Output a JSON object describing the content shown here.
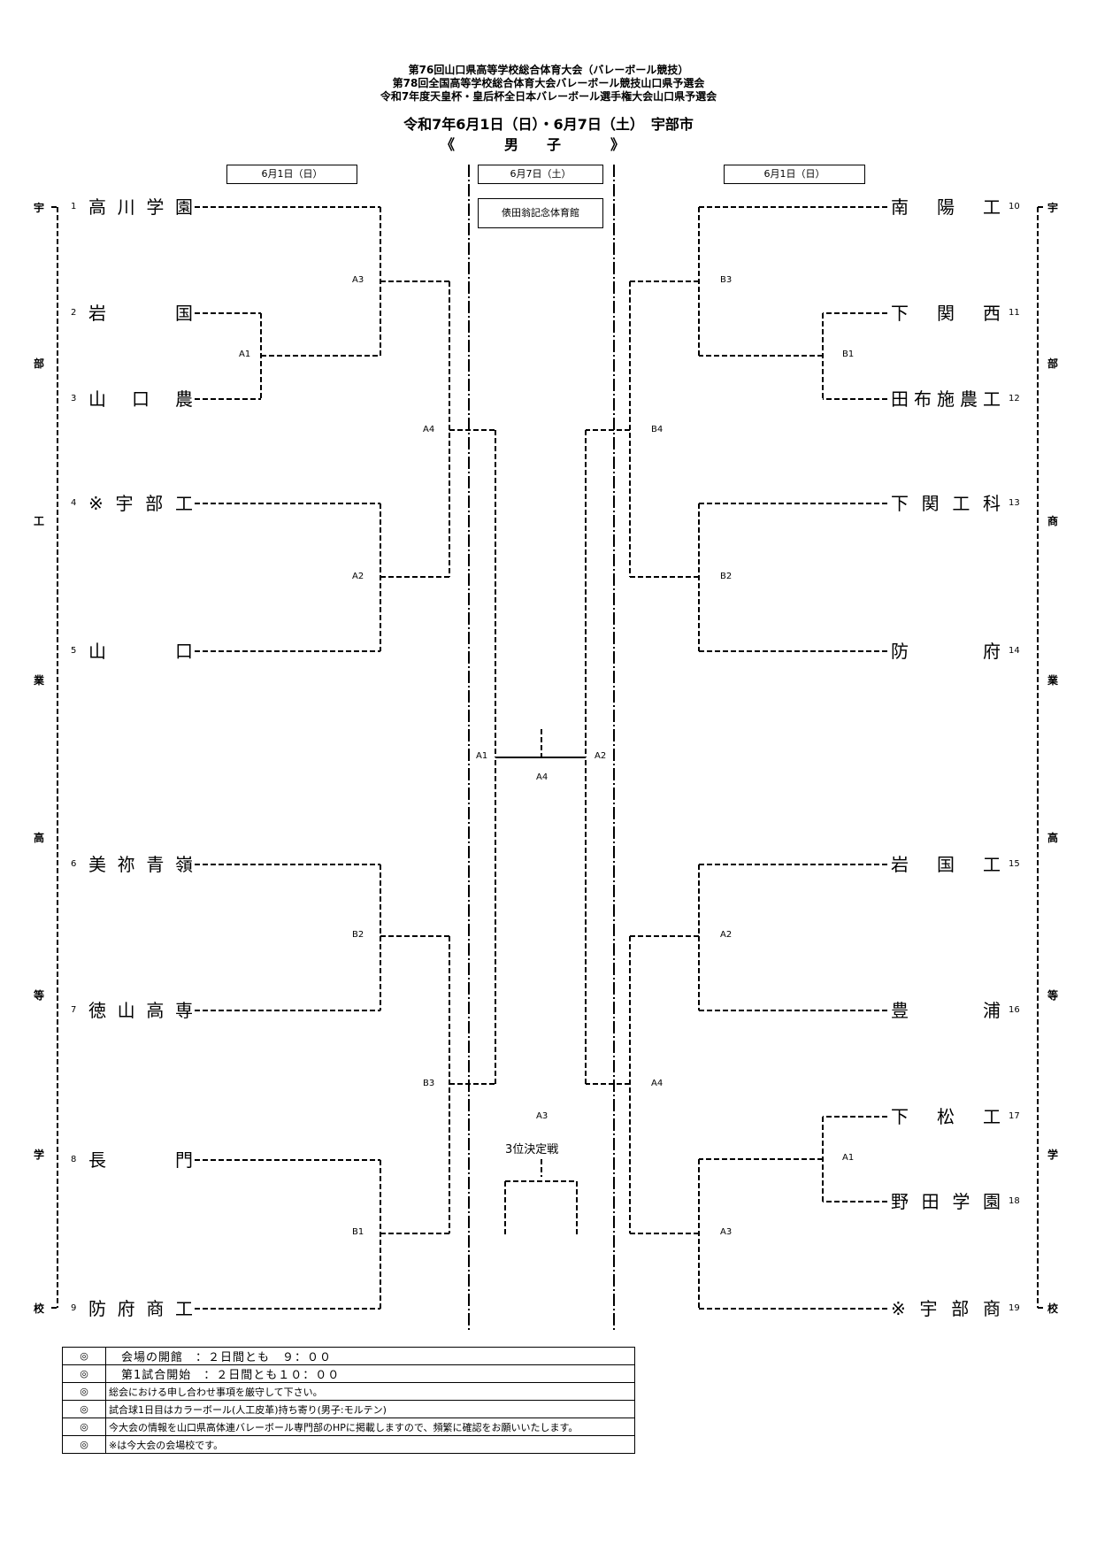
{
  "header": {
    "line1": "第76回山口県高等学校総合体育大会（バレーボール競技）",
    "line2": "第78回全国高等学校総合体育大会バレーボール競技山口県予選会",
    "line3": "令和7年度天皇杯・皇后杯全日本バレーボール選手権大会山口県予選会",
    "dates": "令和7年6月1日（日）・6月7日（土）　宇部市",
    "gender_open": "《",
    "gender": "男　　子",
    "gender_close": "》"
  },
  "date_boxes": {
    "left": "6月1日（日）",
    "center": "6月7日（土）",
    "right": "6月1日（日）"
  },
  "venue": "俵田翁記念体育館",
  "host_left": [
    "宇",
    "部",
    "工",
    "業",
    "高",
    "等",
    "学",
    "校"
  ],
  "host_right": [
    "宇",
    "部",
    "商",
    "業",
    "高",
    "等",
    "学",
    "校"
  ],
  "teams_left": [
    {
      "seed": "1",
      "name": "高川学園"
    },
    {
      "seed": "2",
      "name": "岩国"
    },
    {
      "seed": "3",
      "name": "山口農"
    },
    {
      "seed": "4",
      "name": "※宇部工"
    },
    {
      "seed": "5",
      "name": "山口"
    },
    {
      "seed": "6",
      "name": "美祢青嶺"
    },
    {
      "seed": "7",
      "name": "徳山高専"
    },
    {
      "seed": "8",
      "name": "長門"
    },
    {
      "seed": "9",
      "name": "防府商工"
    }
  ],
  "teams_right": [
    {
      "seed": "10",
      "name": "南陽工"
    },
    {
      "seed": "11",
      "name": "下関西"
    },
    {
      "seed": "12",
      "name": "田布施農工"
    },
    {
      "seed": "13",
      "name": "下関工科"
    },
    {
      "seed": "14",
      "name": "防府"
    },
    {
      "seed": "15",
      "name": "岩国工"
    },
    {
      "seed": "16",
      "name": "豊浦"
    },
    {
      "seed": "17",
      "name": "下松工"
    },
    {
      "seed": "18",
      "name": "野田学園"
    },
    {
      "seed": "19",
      "name": "※宇部商"
    }
  ],
  "match_labels": {
    "l_a3": "A3",
    "l_a1": "A1",
    "l_a4": "A4",
    "l_a2": "A2",
    "l_b2": "B2",
    "l_b3": "B3",
    "l_b1": "B1",
    "r_b3": "B3",
    "r_b1": "B1",
    "r_b4": "B4",
    "r_b2": "B2",
    "r_a2": "A2",
    "r_a4": "A4",
    "r_a1": "A1",
    "r_a3": "A3",
    "c_a1": "A1",
    "c_a2": "A2",
    "c_a4": "A4",
    "c_a3": "A3"
  },
  "third_place": "3位決定戦",
  "notes": [
    {
      "mark": "◎",
      "text": "　会場の開館　：２日間とも　９：００"
    },
    {
      "mark": "◎",
      "text": "　第1試合開始　：２日間とも１０：００"
    },
    {
      "mark": "◎",
      "text": "総会における申し合わせ事項を厳守して下さい。"
    },
    {
      "mark": "◎",
      "text": "試合球1日目はカラーボール(人工皮革)持ち寄り(男子:モルテン)"
    },
    {
      "mark": "◎",
      "text": "今大会の情報を山口県高体連バレーボール専門部のHPに掲載しますので、頻繁に確認をお願いいたします。"
    },
    {
      "mark": "◎",
      "text": "※は今大会の会場校です。"
    }
  ]
}
